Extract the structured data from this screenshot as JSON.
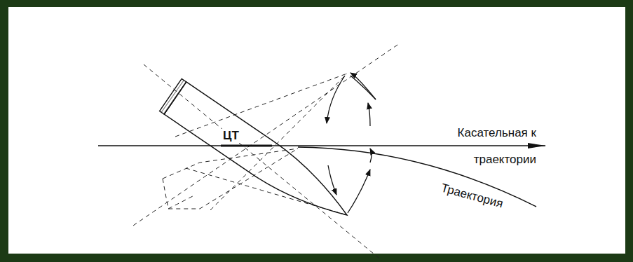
{
  "diagram": {
    "labels": [
      "ЦТ",
      "Касательная к траектории",
      "Траектория"
    ]
  }
}
